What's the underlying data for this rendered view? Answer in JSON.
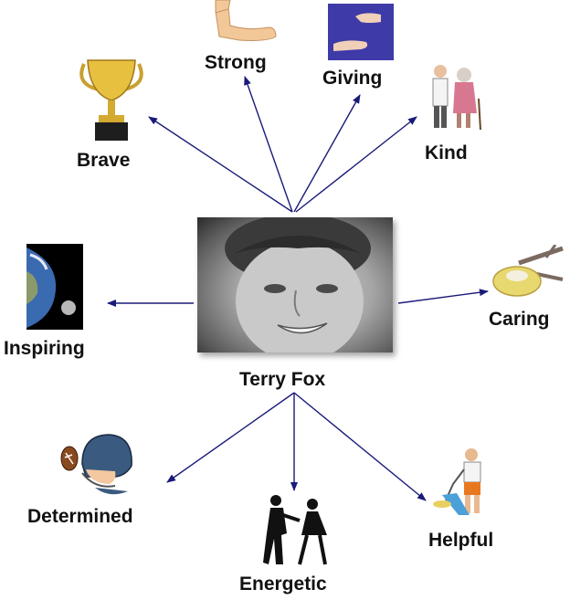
{
  "center": {
    "name": "Terry Fox"
  },
  "traits": {
    "strong": "Strong",
    "giving": "Giving",
    "brave": "Brave",
    "kind": "Kind",
    "inspiring": "Inspiring",
    "caring": "Caring",
    "determined": "Determined",
    "energetic": "Energetic",
    "helpful": "Helpful"
  },
  "colors": {
    "arrow": "#1a1a7a",
    "text": "#111111"
  },
  "icons": {
    "strong": "flexed-arm-icon",
    "giving": "giving-hands-icon",
    "brave": "trophy-icon",
    "kind": "helping-elderly-icon",
    "inspiring": "earth-moon-icon",
    "caring": "bird-nest-icon",
    "determined": "football-player-icon",
    "energetic": "dancing-couple-icon",
    "helpful": "vacuuming-boy-icon"
  }
}
